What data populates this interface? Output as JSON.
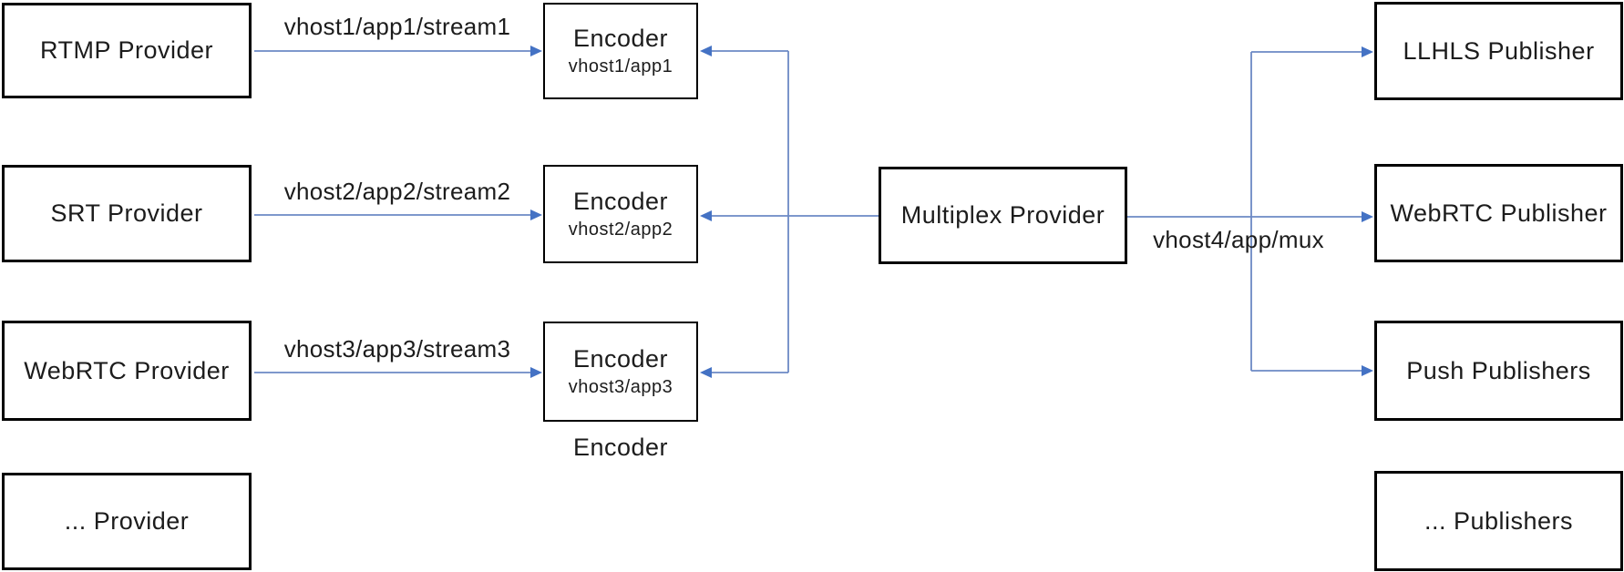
{
  "diagram": {
    "providers": {
      "rtmp": "RTMP Provider",
      "srt": "SRT Provider",
      "webrtc": "WebRTC Provider",
      "etc": "... Provider"
    },
    "encoders": {
      "e1": {
        "title": "Encoder",
        "sub": "vhost1/app1"
      },
      "e2": {
        "title": "Encoder",
        "sub": "vhost2/app2"
      },
      "e3": {
        "title": "Encoder",
        "sub": "vhost3/app3"
      },
      "caption": "Encoder"
    },
    "multiplex": {
      "label": "Multiplex Provider",
      "output_path": "vhost4/app/mux"
    },
    "publishers": {
      "llhls": "LLHLS Publisher",
      "webrtc": "WebRTC Publisher",
      "push": "Push Publishers",
      "etc": "... Publishers"
    },
    "stream_paths": {
      "s1": "vhost1/app1/stream1",
      "s2": "vhost2/app2/stream2",
      "s3": "vhost3/app3/stream3"
    },
    "colors": {
      "connector_line": "#6C89C4",
      "connector_head": "#4472C4",
      "box_border": "#000000",
      "background": "#FFFFFF",
      "text": "#1C1C1C"
    }
  }
}
